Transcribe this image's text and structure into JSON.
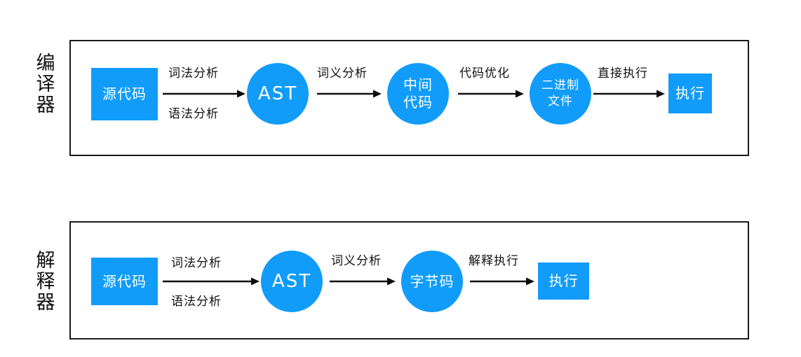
{
  "diagram": {
    "title_rows": [
      {
        "label": "编译器"
      },
      {
        "label": "解释器"
      }
    ],
    "accent_color": "#119cfa",
    "line_color": "#1a1a1a",
    "rows": [
      {
        "id": "compiler",
        "label": "编译器",
        "label_chars": [
          "编",
          "译",
          "器"
        ],
        "nodes": [
          {
            "id": "c-source",
            "shape": "rect",
            "lines": [
              "源代码"
            ]
          },
          {
            "id": "c-ast",
            "shape": "circle",
            "lines": [
              "AST"
            ]
          },
          {
            "id": "c-ir",
            "shape": "circle",
            "lines": [
              "中间",
              "代码"
            ]
          },
          {
            "id": "c-bin",
            "shape": "circle",
            "lines": [
              "二进制",
              "文件"
            ]
          },
          {
            "id": "c-exec",
            "shape": "rect",
            "lines": [
              "执行"
            ]
          }
        ],
        "edges": [
          {
            "id": "c-e1",
            "above": "词法分析",
            "below": "语法分析"
          },
          {
            "id": "c-e2",
            "above": "词义分析",
            "below": ""
          },
          {
            "id": "c-e3",
            "above": "代码优化",
            "below": ""
          },
          {
            "id": "c-e4",
            "above": "直接执行",
            "below": ""
          }
        ]
      },
      {
        "id": "interpreter",
        "label": "解释器",
        "label_chars": [
          "解",
          "释",
          "器"
        ],
        "nodes": [
          {
            "id": "i-source",
            "shape": "rect",
            "lines": [
              "源代码"
            ]
          },
          {
            "id": "i-ast",
            "shape": "circle",
            "lines": [
              "AST"
            ]
          },
          {
            "id": "i-byte",
            "shape": "circle",
            "lines": [
              "字节码"
            ]
          },
          {
            "id": "i-exec",
            "shape": "rect",
            "lines": [
              "执行"
            ]
          }
        ],
        "edges": [
          {
            "id": "i-e1",
            "above": "词法分析",
            "below": "语法分析"
          },
          {
            "id": "i-e2",
            "above": "词义分析",
            "below": ""
          },
          {
            "id": "i-e3",
            "above": "解释执行",
            "below": ""
          }
        ]
      }
    ]
  }
}
